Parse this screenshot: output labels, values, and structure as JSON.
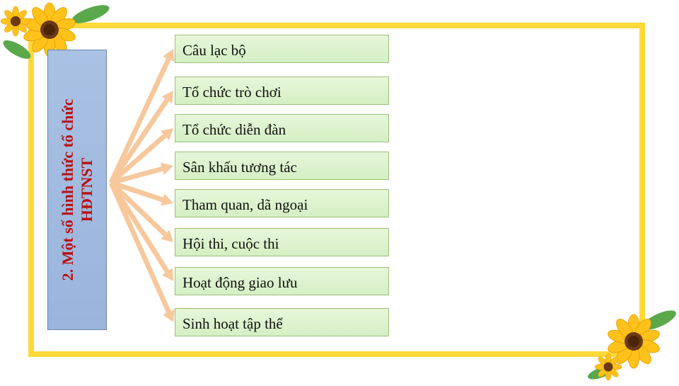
{
  "main_title": "2. Một số hình thức tổ chức\nHĐTNST",
  "items": [
    {
      "label": "Câu lạc bộ"
    },
    {
      "label": "Tổ chức trò chơi"
    },
    {
      "label": "Tổ chức diễn đàn"
    },
    {
      "label": "Sân khấu tương tác"
    },
    {
      "label": "Tham quan, dã ngoại"
    },
    {
      "label": "Hội thi, cuộc thi"
    },
    {
      "label": "Hoạt động giao lưu"
    },
    {
      "label": "Sinh hoạt tập thể"
    }
  ],
  "colors": {
    "frame": "#ffd83a",
    "main_box": "#a9c1e3",
    "main_text": "#b81010",
    "item_fill": "#dcf2cc",
    "arrow": "#f6c89c",
    "petal": "#ffc21a",
    "flower_center": "#6b3a14",
    "leaf": "#5aa84a"
  },
  "icons": [
    "sunflower-icon",
    "arrow-icon"
  ]
}
